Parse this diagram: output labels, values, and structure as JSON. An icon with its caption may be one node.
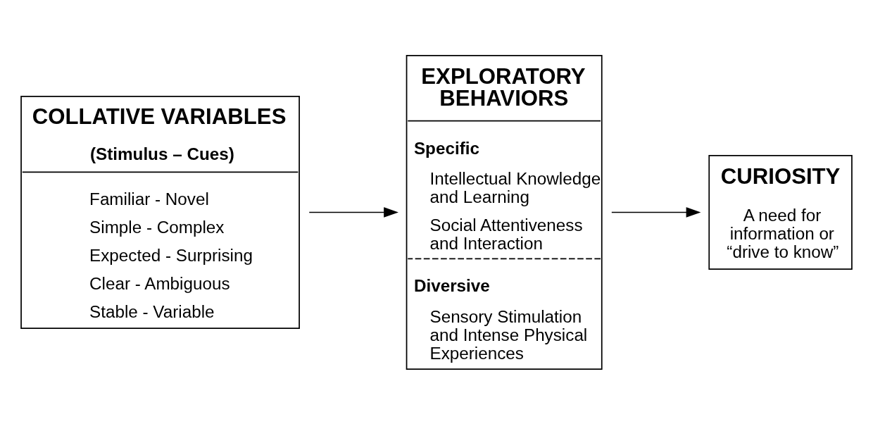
{
  "diagram": {
    "nodes": [
      {
        "text": [
          "COLLATIVE VARIABLES",
          "(Stimulus – Cues)",
          "Familiar - Novel",
          "Simple - Complex",
          "Expected - Surprising",
          "Clear - Ambiguous",
          "Stable - Variable"
        ]
      },
      {
        "text": [
          "EXPLORATORY BEHAVIORS",
          "Specific",
          "Intellectual Knowledge and Learning",
          "Social Attentiveness and Interaction",
          "Diversive",
          "Sensory Stimulation and Intense Physical Experiences"
        ]
      },
      {
        "text": [
          "CURIOSITY",
          "A need for information or “drive to know”"
        ]
      }
    ],
    "edges": [
      {
        "from": 0,
        "to": 1,
        "arrow": "to"
      },
      {
        "from": 1,
        "to": 2,
        "arrow": "to"
      }
    ]
  }
}
